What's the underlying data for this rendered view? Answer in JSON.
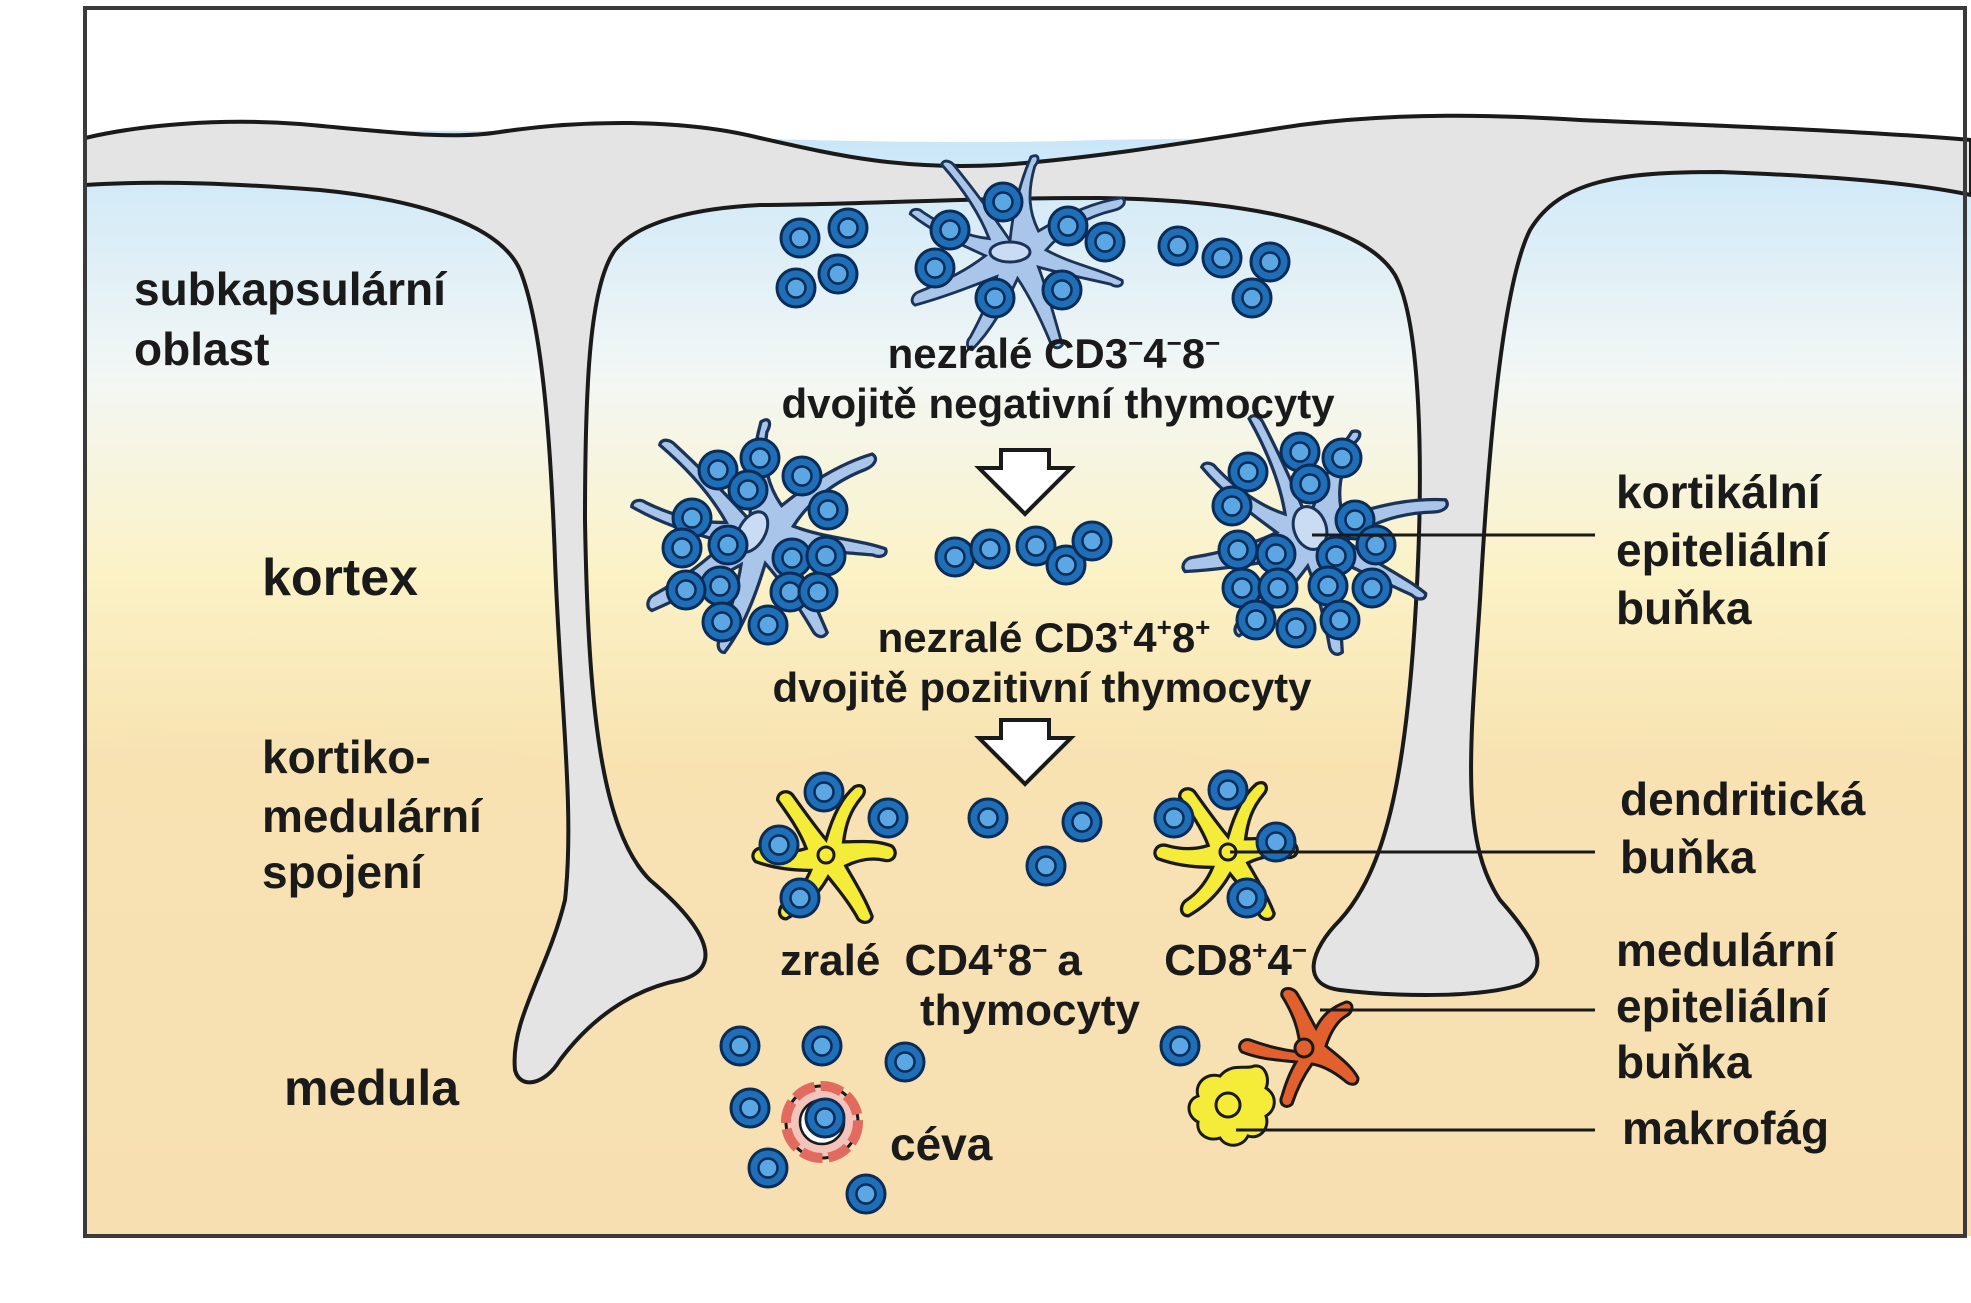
{
  "regions": {
    "subcapsular_line1": "subkapsulární",
    "subcapsular_line2": "oblast",
    "cortex": "kortex",
    "junction_line1": "kortiko-",
    "junction_line2": "medulární",
    "junction_line3": "spojení",
    "medulla": "medula"
  },
  "stages": {
    "dn_prefix": "nezralé",
    "dn_marker": "CD3",
    "dn_sup1": "−",
    "dn_4": "4",
    "dn_sup2": "−",
    "dn_8": "8",
    "dn_sup3": "−",
    "dn_line2": "dvojitě negativní thymocyty",
    "dp_prefix": "nezralé",
    "dp_marker": "CD3",
    "dp_sup1": "+",
    "dp_4": "4",
    "dp_sup2": "+",
    "dp_8": "8",
    "dp_sup3": "+",
    "dp_line2": "dvojitě pozitivní thymocyty",
    "sp_prefix": "zralé",
    "sp_cd4": "CD4",
    "sp_sup1": "+",
    "sp_8": "8",
    "sp_sup2": "−",
    "sp_and": "a",
    "sp_cd8": "CD8",
    "sp_sup3": "+",
    "sp_4": "4",
    "sp_sup4": "−",
    "sp_line2": "thymocyty"
  },
  "cells": {
    "cortical_epithelial_line1": "kortikální",
    "cortical_epithelial_line2": "epiteliální",
    "cortical_epithelial_line3": "buňka",
    "dendritic_line1": "dendritická",
    "dendritic_line2": "buňka",
    "medullary_epithelial_line1": "medulární",
    "medullary_epithelial_line2": "epiteliální",
    "medullary_epithelial_line3": "buňka",
    "macrophage": "makrofág",
    "vessel": "céva"
  },
  "colors": {
    "thymocyte": "#1e6fb8",
    "cortical_epithelial": "#a9c6ea",
    "dendritic": "#f5ec3a",
    "medullary_epithelial": "#e2602e",
    "macrophage": "#f5ec3a",
    "septum": "#e2e2e2",
    "cortex_bg": "#bfe0f6",
    "medulla_bg": "#f7dcaa"
  },
  "icons": {
    "thymocyte": "thymocyte-icon",
    "cortical_epithelial": "cortical-epithelial-cell-icon",
    "dendritic": "dendritic-cell-icon",
    "medullary_epithelial": "medullary-epithelial-cell-icon",
    "macrophage": "macrophage-icon",
    "vessel": "blood-vessel-icon",
    "arrow": "down-arrow-icon"
  }
}
